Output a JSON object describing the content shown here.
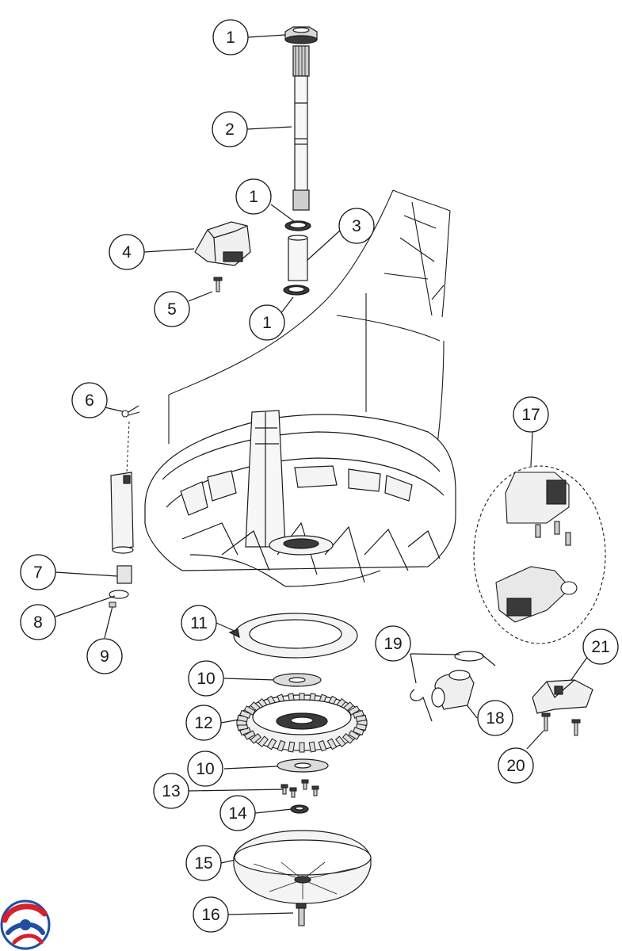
{
  "callouts": [
    {
      "id": "c1a",
      "label": "1"
    },
    {
      "id": "c2",
      "label": "2"
    },
    {
      "id": "c1b",
      "label": "1"
    },
    {
      "id": "c3",
      "label": "3"
    },
    {
      "id": "c4",
      "label": "4"
    },
    {
      "id": "c5",
      "label": "5"
    },
    {
      "id": "c1c",
      "label": "1"
    },
    {
      "id": "c6",
      "label": "6"
    },
    {
      "id": "c17",
      "label": "17"
    },
    {
      "id": "c7",
      "label": "7"
    },
    {
      "id": "c8",
      "label": "8"
    },
    {
      "id": "c9",
      "label": "9"
    },
    {
      "id": "c11",
      "label": "11"
    },
    {
      "id": "c10a",
      "label": "10"
    },
    {
      "id": "c12",
      "label": "12"
    },
    {
      "id": "c10b",
      "label": "10"
    },
    {
      "id": "c13",
      "label": "13"
    },
    {
      "id": "c14",
      "label": "14"
    },
    {
      "id": "c15",
      "label": "15"
    },
    {
      "id": "c16",
      "label": "16"
    },
    {
      "id": "c19",
      "label": "19"
    },
    {
      "id": "c18",
      "label": "18"
    },
    {
      "id": "c21",
      "label": "21"
    },
    {
      "id": "c20",
      "label": "20"
    }
  ],
  "colors": {
    "line": "#1a1a1a",
    "part_fill": "#f2f2f2",
    "part_dark": "#3a3a3a",
    "logo_red": "#d6202b",
    "logo_blue": "#1f4ea3"
  },
  "logo": {
    "icon": "brand-logo-icon"
  }
}
